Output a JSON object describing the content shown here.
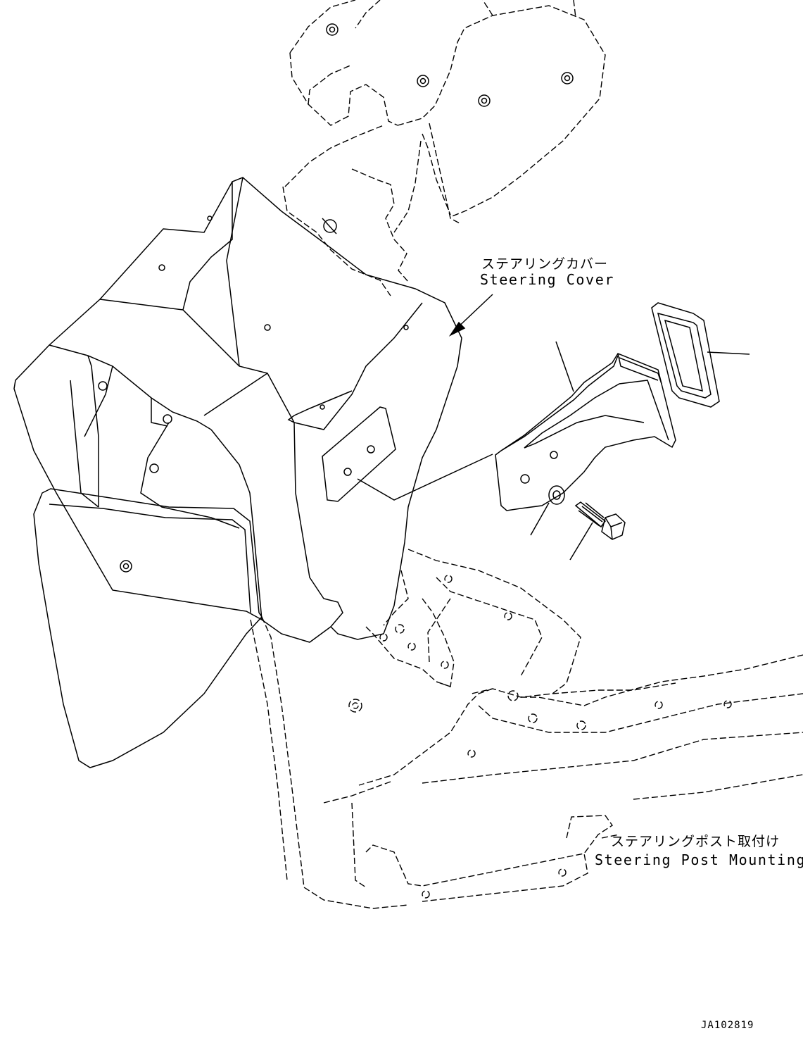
{
  "labels": {
    "steering_cover_jp": "ステアリングカバー",
    "steering_cover_en": "Steering Cover",
    "steering_post_jp": "ステアリングポスト取付け",
    "steering_post_en": "Steering Post Mounting",
    "drawing_ref": "JA102819"
  },
  "colors": {
    "line": "#000000",
    "background": "#ffffff"
  }
}
